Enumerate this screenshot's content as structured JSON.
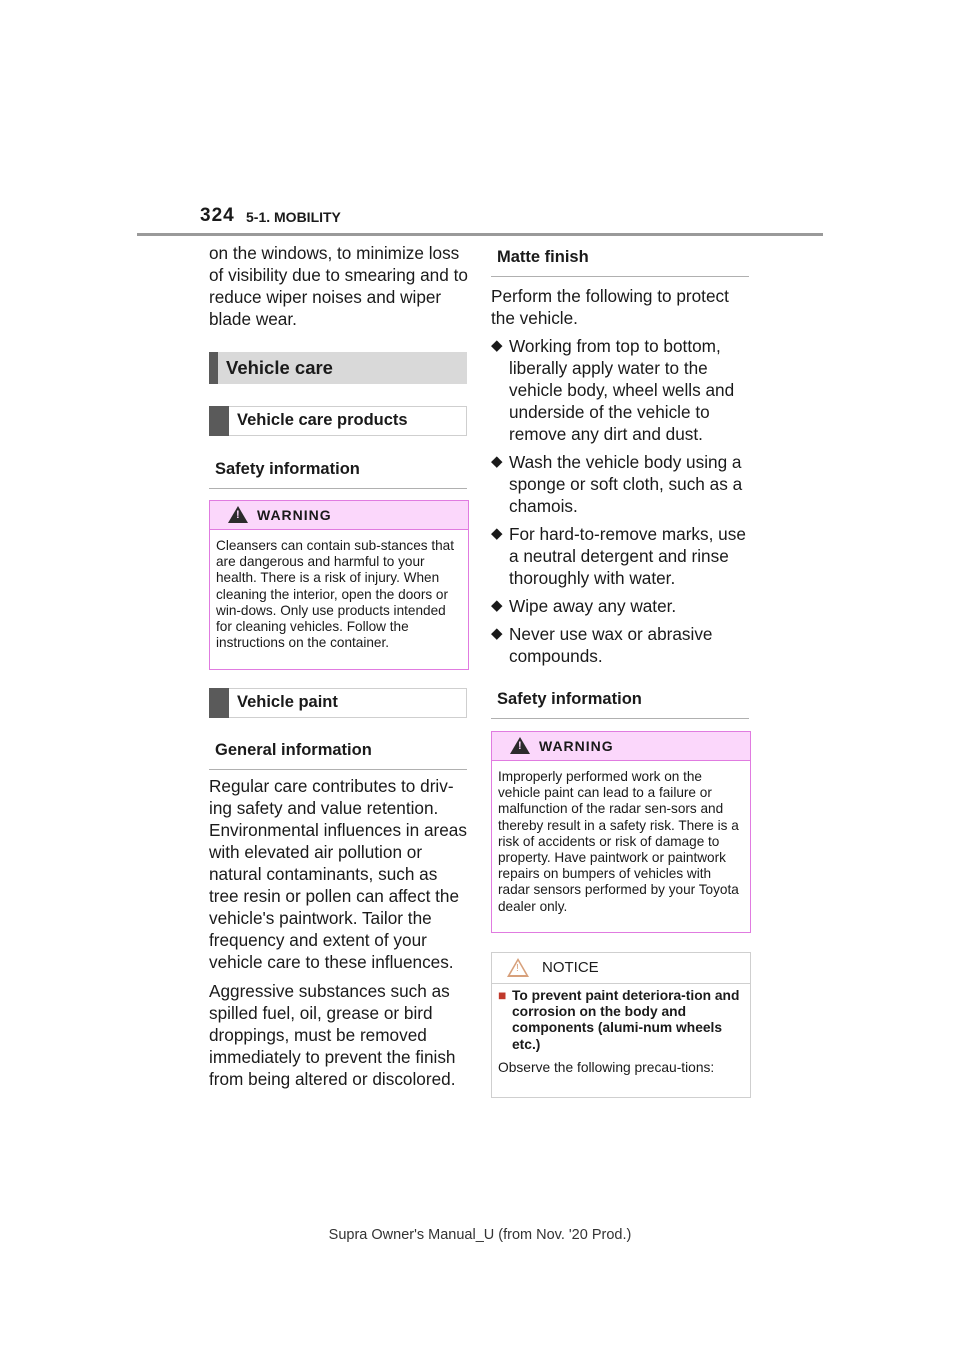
{
  "header": {
    "page_number": "324",
    "section": "5-1. MOBILITY"
  },
  "left": {
    "intro": "on the windows, to minimize loss of visibility due to smearing and to reduce wiper noises and wiper blade wear.",
    "vehicle_care_title": "Vehicle care",
    "vehicle_care_products": "Vehicle care products",
    "safety_information": "Safety information",
    "warning": {
      "label": "WARNING",
      "text": "Cleansers can contain sub-stances that are dangerous and harmful to your health. There is a risk of injury. When cleaning the interior, open the doors or win-dows. Only use products intended for cleaning vehicles. Follow the instructions on the container."
    },
    "vehicle_paint": "Vehicle paint",
    "general_information": "General information",
    "para1": "Regular care contributes to driv-ing safety and value retention. Environmental influences in areas with elevated air pollution or natural contaminants, such as tree resin or pollen can affect the vehicle's paintwork. Tailor the frequency and extent of your vehicle care to these influences.",
    "para2": "Aggressive substances such as spilled fuel, oil, grease or bird droppings, must be removed immediately to prevent the finish from being altered or discolored."
  },
  "right": {
    "matte_finish": "Matte finish",
    "intro": "Perform the following to protect the vehicle.",
    "bullets": [
      "Working from top to bottom, liberally apply water to the vehicle body, wheel wells and underside of the vehicle to remove any dirt and dust.",
      "Wash the vehicle body using a sponge or soft cloth, such as a chamois.",
      "For hard-to-remove marks, use a neutral detergent and rinse thoroughly with water.",
      "Wipe away any water.",
      "Never use wax or abrasive compounds."
    ],
    "safety_information": "Safety information",
    "warning": {
      "label": "WARNING",
      "text": "Improperly performed work on the vehicle paint can lead to a failure or malfunction of the radar sen-sors and thereby result in a safety risk. There is a risk of accidents or risk of damage to property. Have paintwork or paintwork repairs on bumpers of vehicles with radar sensors performed by your Toyota dealer only."
    },
    "notice": {
      "label": "NOTICE",
      "item_title": "To prevent paint deteriora-tion and corrosion on the body and components (alumi-num wheels etc.)",
      "item_text": "Observe the following precau-tions:"
    }
  },
  "footer": {
    "text": "Supra Owner's Manual_U (from Nov. '20 Prod.)"
  }
}
